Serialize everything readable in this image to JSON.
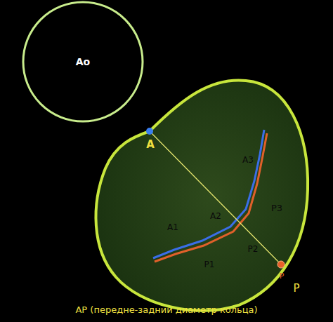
{
  "diagram": {
    "caption": "AP (передне-задний диаметр кольца)",
    "nodes": [
      {
        "text": [
          "Ao"
        ]
      }
    ],
    "labels": [
      "A",
      "A3",
      "P3",
      "A2",
      "A1",
      "P2",
      "P1",
      "P",
      "P"
    ]
  }
}
